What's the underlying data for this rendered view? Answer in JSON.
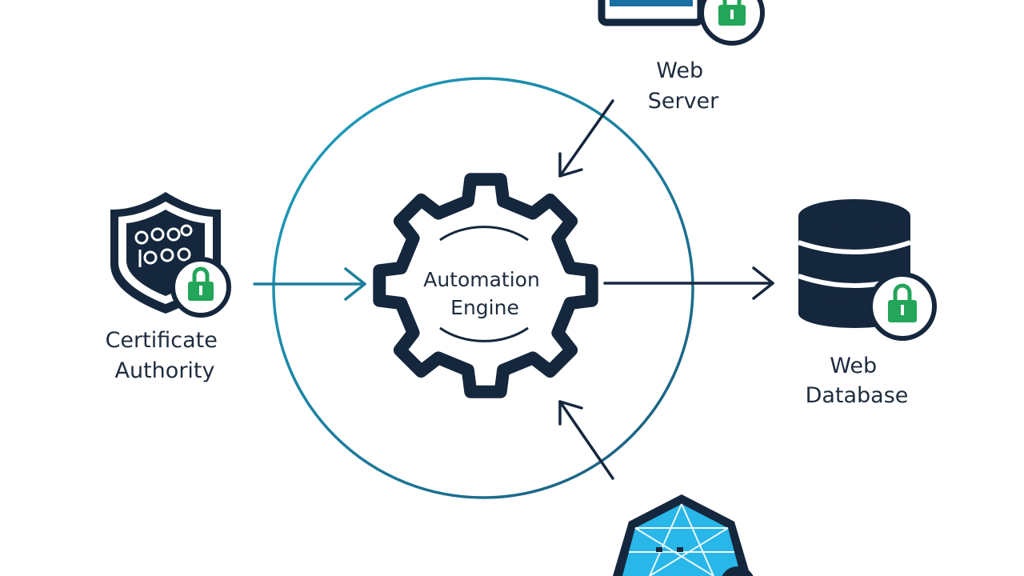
{
  "nodes": {
    "certificate_authority": {
      "line1": "Certificate",
      "line2": "Authority",
      "icon": "shield-icon"
    },
    "web_server": {
      "line1": "Web",
      "line2": "Server",
      "icon": "monitor-icon"
    },
    "web_database": {
      "line1": "Web",
      "line2": "Database",
      "icon": "database-icon"
    },
    "automation_engine": {
      "line1": "Automation",
      "line2": "Engine",
      "icon": "gear-icon"
    },
    "bottom_node": {
      "icon": "geodesic-globe-icon"
    }
  },
  "colors": {
    "navy": "#15273d",
    "teal_circle": "#1d7f9b",
    "lock_green": "#23a55a",
    "cyan_globe": "#29b6e8",
    "text": "#1e2c3e"
  }
}
